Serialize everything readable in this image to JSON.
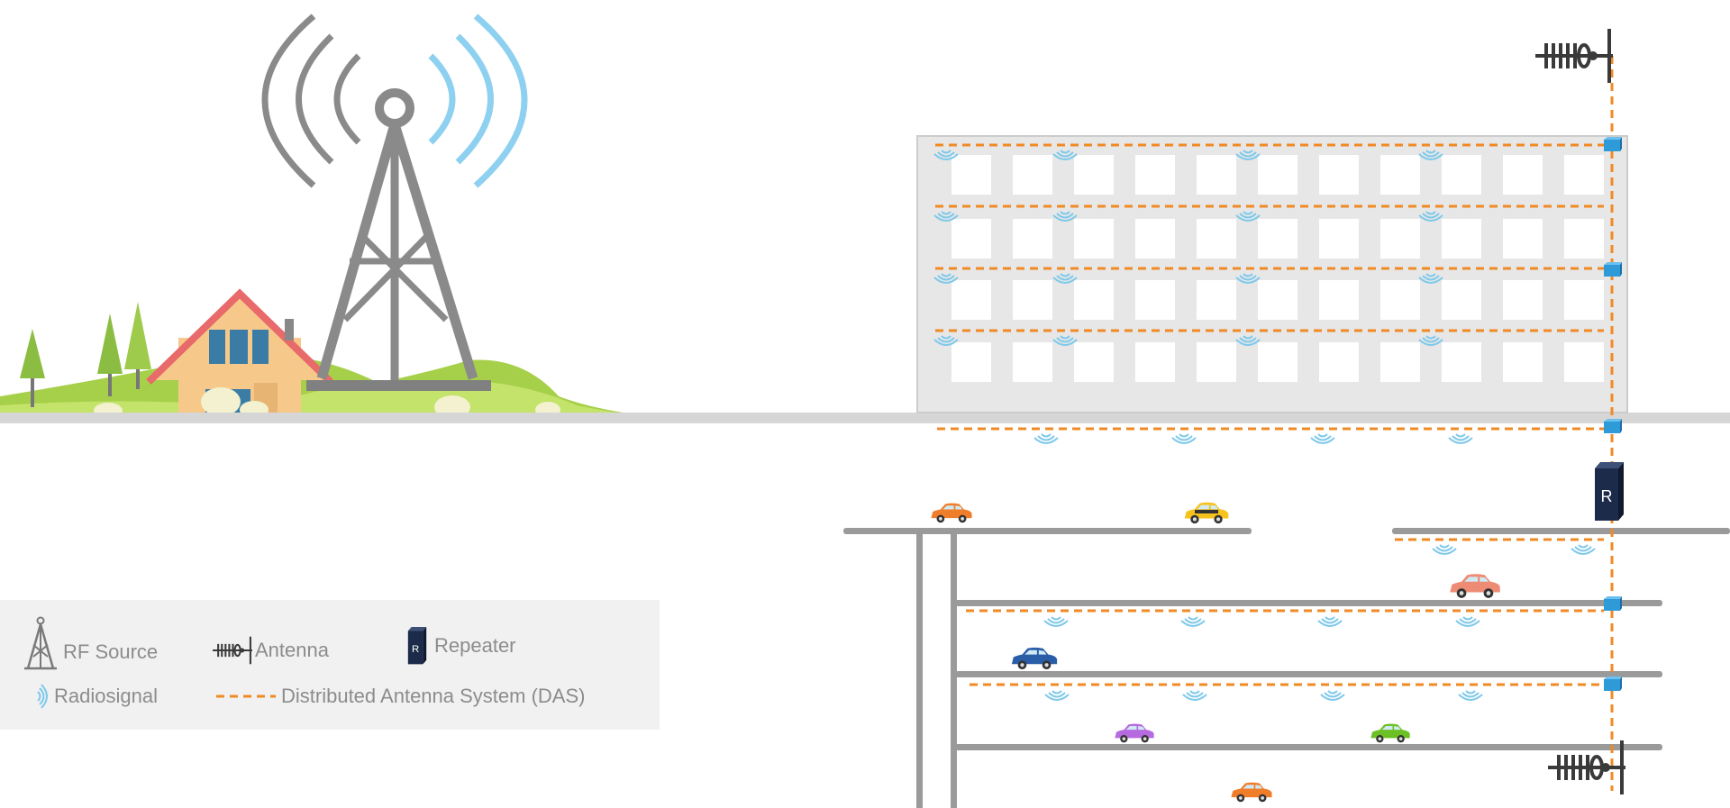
{
  "legend": {
    "rf_source": "RF Source",
    "antenna": "Antenna",
    "repeater": "Repeater",
    "radiosignal": "Radiosignal",
    "das": "Distributed Antenna System (DAS)"
  },
  "repeater_mark": "R",
  "colors": {
    "das_line": "#f08a24",
    "signal": "#7fc9ea",
    "node": "#2e9ad8",
    "repeater": "#1c2b4a",
    "tower": "#8a8a8a",
    "building": "#e7e7e7",
    "ground": "#d6d6d6",
    "road": "#9a9a9a"
  }
}
